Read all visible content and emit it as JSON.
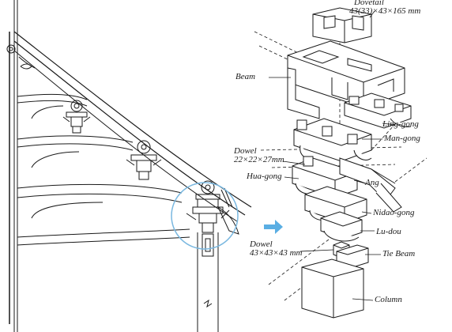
{
  "diagram": {
    "colors": {
      "ink": "#1a1a1a",
      "highlight_circle": "#7ab8e0",
      "arrow": "#5aaee3",
      "paper": "#ffffff"
    },
    "labels": {
      "dovetail_name": "Dovetail",
      "dovetail_dim": "43(33)×43×165 mm",
      "beam": "Beam",
      "ling_gong": "Ling-gong",
      "man_gong": "Man-gong",
      "dowel_small_name": "Dowel",
      "dowel_small_dim": "22×22×27mm",
      "hua_gong": "Hua-gong",
      "ang": "Ang",
      "nidao_gong": "Nidao-gong",
      "lu_dou": "Lu-dou",
      "dowel_large_name": "Dowel",
      "dowel_large_dim": "43×43×43 mm",
      "tie_beam": "Tie Beam",
      "column": "Column"
    }
  }
}
